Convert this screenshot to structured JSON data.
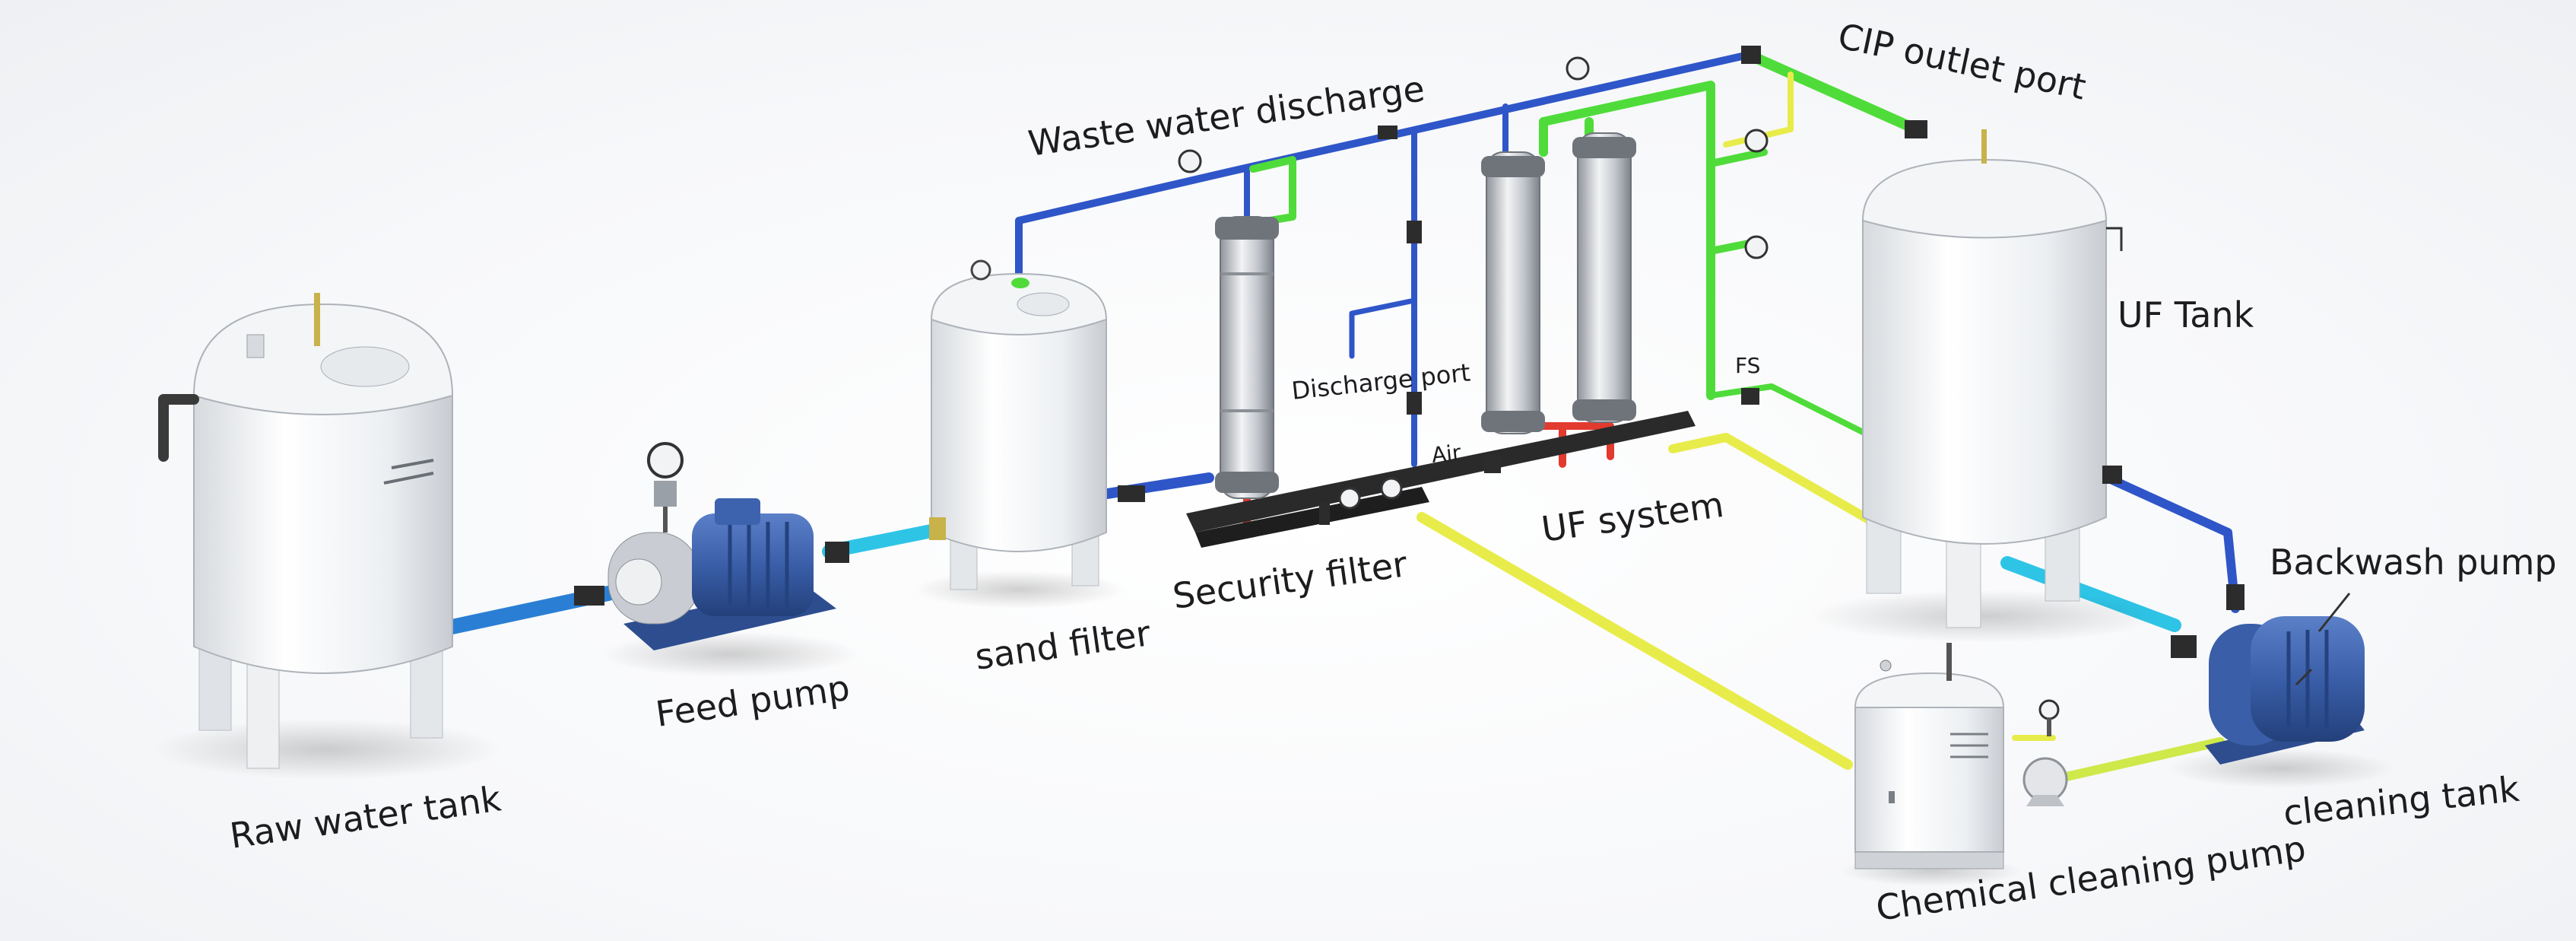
{
  "labels": {
    "raw_water_tank": "Raw water tank",
    "feed_pump": "Feed pump",
    "sand_filter": "sand filter",
    "security_filter": "Security filter",
    "waste_water_discharge": "Waste water discharge",
    "discharge_port": "Discharge port",
    "air": "Air",
    "uf_system": "UF system",
    "fs": "FS",
    "cip_outlet_port": "CIP outlet port",
    "uf_tank": "UF Tank",
    "backwash_pump": "Backwash pump",
    "cleaning_tank": "cleaning tank",
    "chemical_cleaning_pump": "Chemical cleaning pump"
  },
  "colors": {
    "tank_body": "#e9ecef",
    "pump_blue": "#3a5ea8",
    "pipe_blue": "#2f56c8",
    "pipe_cyan": "#2ec4e6",
    "pipe_green": "#4fdc3a",
    "pipe_yellow": "#e8ec4a",
    "pipe_red": "#e23a2e",
    "filter_steel": "#c9ccd2",
    "skid_black": "#2a2a2a"
  }
}
